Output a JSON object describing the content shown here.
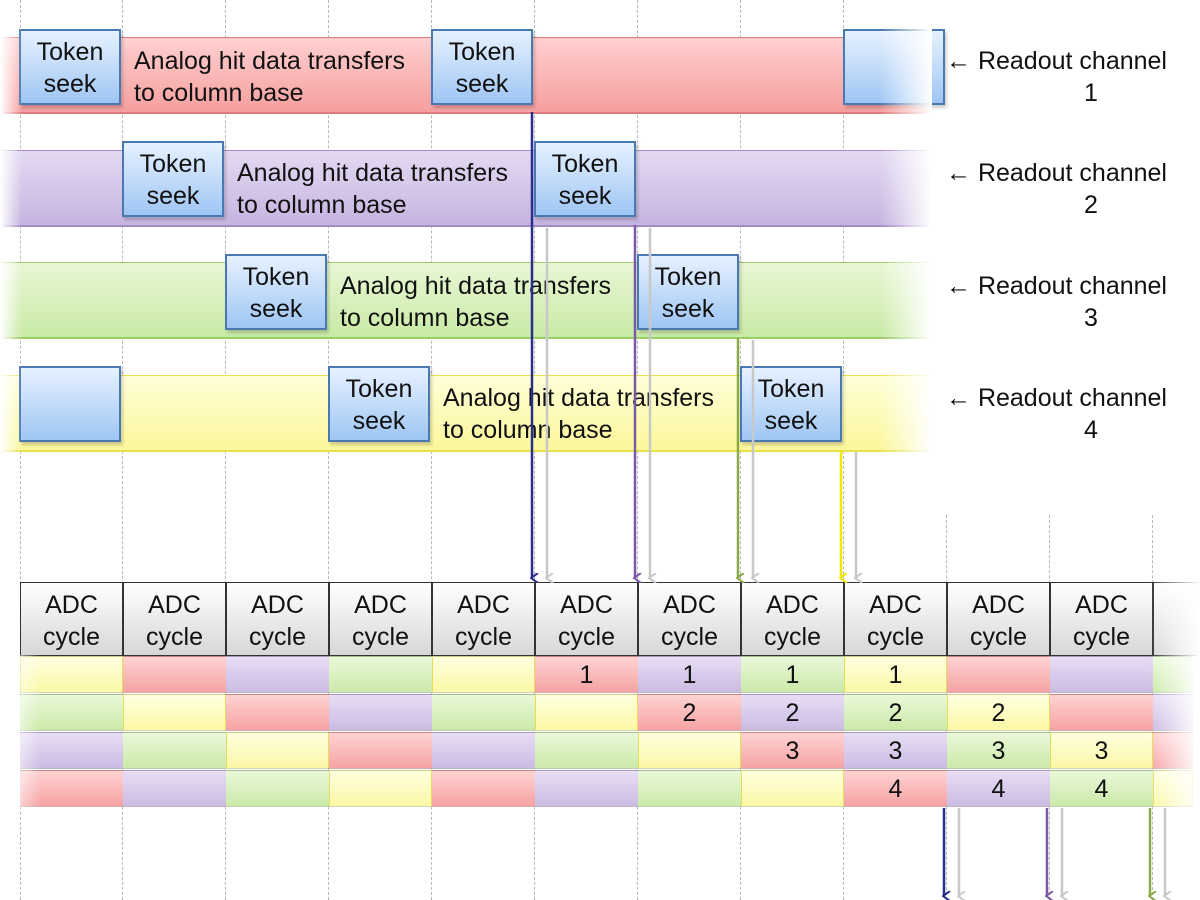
{
  "token_label": {
    "line1": "Token",
    "line2": "seek"
  },
  "transfer_label": {
    "line1": "Analog hit data transfers",
    "line2": "to column base"
  },
  "channels": [
    {
      "arrow_text": "← Readout channel",
      "number": "1",
      "color": "red"
    },
    {
      "arrow_text": "← Readout channel",
      "number": "2",
      "color": "purple"
    },
    {
      "arrow_text": "← Readout channel",
      "number": "3",
      "color": "green"
    },
    {
      "arrow_text": "← Readout channel",
      "number": "4",
      "color": "yellow"
    }
  ],
  "adc_label": {
    "line1": "ADC",
    "line2": "cycle"
  },
  "adc_cycle_count": 11,
  "slot_rows": [
    {
      "colors": [
        "yellow",
        "red",
        "purple",
        "green",
        "yellow",
        "red",
        "purple",
        "green",
        "yellow",
        "red",
        "purple",
        "green"
      ],
      "labels": [
        "",
        "",
        "",
        "",
        "",
        "1",
        "1",
        "1",
        "1",
        "",
        "",
        ""
      ]
    },
    {
      "colors": [
        "green",
        "yellow",
        "red",
        "purple",
        "green",
        "yellow",
        "red",
        "purple",
        "green",
        "yellow",
        "red",
        "purple"
      ],
      "labels": [
        "",
        "",
        "",
        "",
        "",
        "",
        "2",
        "2",
        "2",
        "2",
        "",
        ""
      ]
    },
    {
      "colors": [
        "purple",
        "green",
        "yellow",
        "red",
        "purple",
        "green",
        "yellow",
        "red",
        "purple",
        "green",
        "yellow",
        "red"
      ],
      "labels": [
        "",
        "",
        "",
        "",
        "",
        "",
        "",
        "3",
        "3",
        "3",
        "3",
        ""
      ]
    },
    {
      "colors": [
        "red",
        "purple",
        "green",
        "yellow",
        "red",
        "purple",
        "green",
        "yellow",
        "red",
        "purple",
        "green",
        "yellow"
      ],
      "labels": [
        "",
        "",
        "",
        "",
        "",
        "",
        "",
        "",
        "4",
        "4",
        "4",
        ""
      ]
    }
  ],
  "colors": {
    "red": "#f5a3a3",
    "purple": "#cbbbe3",
    "green": "#cbeaa8",
    "yellow": "#fbf8a6",
    "token_blue": "#9fc6f4",
    "arrow_navy": "#2a2e8c",
    "arrow_purple": "#7a5aa6",
    "arrow_green": "#8aaa4a",
    "arrow_yellow": "#f0e800",
    "arrow_grey": "#c8c8c8"
  }
}
